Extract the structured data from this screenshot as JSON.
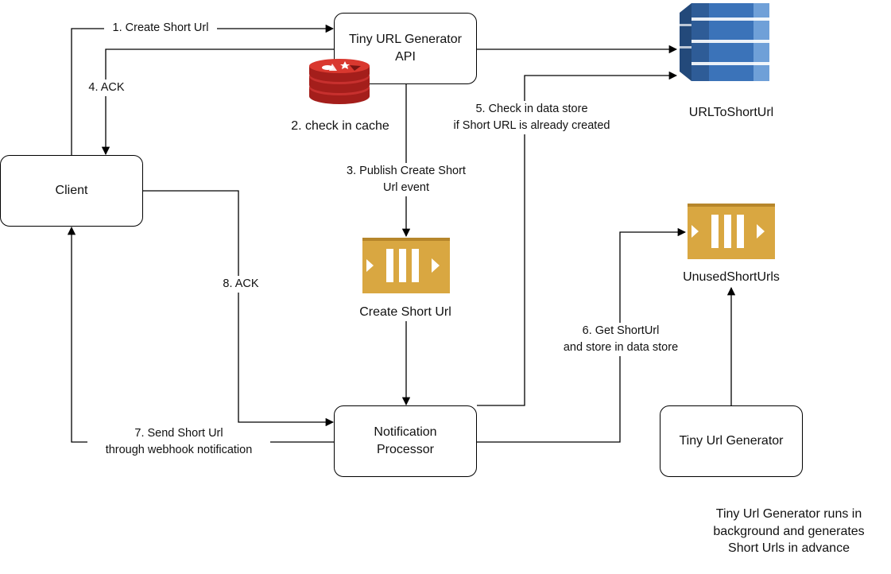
{
  "nodes": {
    "api": "Tiny URL Generator\nAPI",
    "client": "Client",
    "processor": "Notification\nProcessor",
    "generator": "Tiny Url Generator"
  },
  "stores": {
    "url_to_short": "URLToShortUrl",
    "unused_short": "UnusedShortUrls",
    "create_queue": "Create Short Url"
  },
  "edges": {
    "e1": "1. Create Short Url",
    "e2": "2. check in cache",
    "e3": "3. Publish Create Short\nUrl event",
    "e4": "4. ACK",
    "e5": "5. Check in data store\nif Short URL is already created",
    "e6": "6. Get ShortUrl\nand store in data store",
    "e7": "7. Send Short Url\nthrough webhook notification",
    "e8": "8. ACK"
  },
  "note": "Tiny Url Generator runs in\nbackground and generates\nShort Urls in advance",
  "icons": {
    "database": "dynamodb-database-icon",
    "queue": "sqs-queue-icon",
    "cache": "redis-cache-icon"
  },
  "colors": {
    "db_dark": "#2E5C97",
    "db_mid": "#3B73B9",
    "db_light": "#6FA0D8",
    "queue": "#D9A741",
    "cache": "#C7302E"
  }
}
